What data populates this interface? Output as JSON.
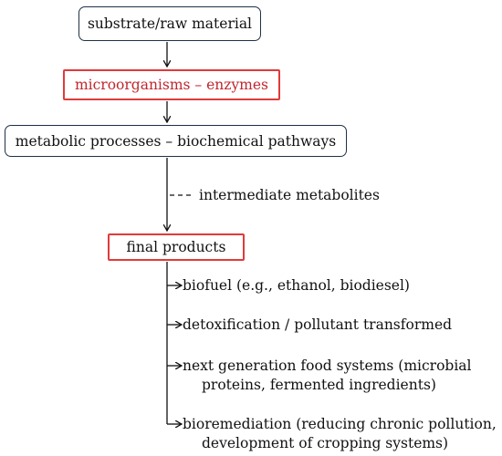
{
  "diagram": {
    "nodes": {
      "substrate": "substrate/raw material",
      "microorganisms": "microorganisms – enzymes",
      "metabolic": "metabolic processes – biochemical pathways",
      "final_products": "final products"
    },
    "intermediate_label": "intermediate metabolites",
    "products": [
      {
        "line1": "biofuel (e.g., ethanol, biodiesel)"
      },
      {
        "line1": "detoxification / pollutant transformed"
      },
      {
        "line1": "next generation food systems (microbial",
        "line2": "proteins, fermented ingredients)"
      },
      {
        "line1": "bioremediation (reducing chronic pollution,",
        "line2": "development of cropping systems)"
      }
    ],
    "colors": {
      "box_border": "#1f3147",
      "highlight_border": "#e03a3a",
      "highlight_text": "#c0272d",
      "line": "#111111"
    }
  }
}
